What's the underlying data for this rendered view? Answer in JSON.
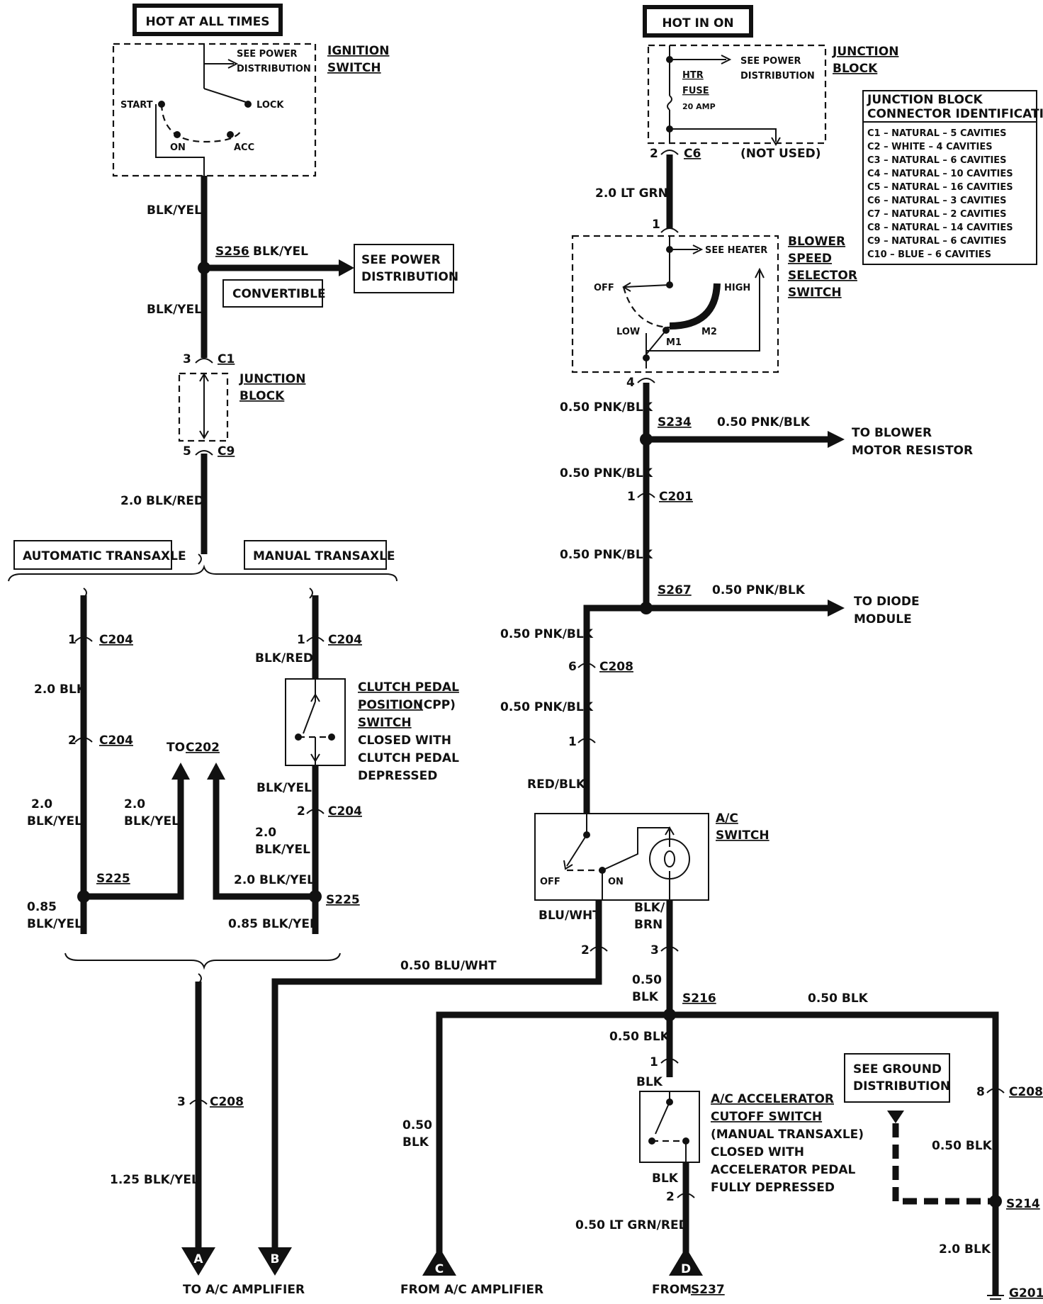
{
  "labels": {
    "hot_at_all_times": "HOT AT ALL TIMES",
    "hot_in_on": "HOT IN ON",
    "see_power_line1": "SEE POWER",
    "see_power_line2": "DISTRIBUTION",
    "ignition_switch_1": "IGNITION",
    "ignition_switch_2": "SWITCH",
    "start": "START",
    "lock": "LOCK",
    "on": "ON",
    "acc": "ACC",
    "blk_yel": "BLK/YEL",
    "s256": "S256",
    "convertible": "CONVERTIBLE",
    "see_power_box_1": "SEE POWER",
    "see_power_box_2": "DISTRIBUTION",
    "c1": "C1",
    "pin3": "3",
    "junction_1": "JUNCTION",
    "junction_2": "BLOCK",
    "pin5": "5",
    "c9": "C9",
    "w20_blk_red": "2.0 BLK/RED",
    "automatic_transaxle": "AUTOMATIC TRANSAXLE",
    "manual_transaxle": "MANUAL TRANSAXLE",
    "pin1": "1",
    "pin2": "2",
    "c204": "C204",
    "w20_blk": "2.0 BLK",
    "to_c202_to": "TO",
    "to_c202": "C202",
    "w20": "2.0",
    "blk_red": "BLK/RED",
    "cpp_1": "CLUTCH PEDAL",
    "cpp_2": "POSITION",
    "cpp_2b": "(CPP)",
    "cpp_3": "SWITCH",
    "cpp_4": "CLOSED WITH",
    "cpp_5": "CLUTCH PEDAL",
    "cpp_6": "DEPRESSED",
    "s225": "S225",
    "w20_blk_yel": "2.0 BLK/YEL",
    "w085": "0.85",
    "w085_blk_yel": "0.85 BLK/YEL",
    "c208": "C208",
    "w125_blk_yel": "1.25 BLK/YEL",
    "conn_a": "A",
    "conn_b": "B",
    "conn_c": "C",
    "conn_d": "D",
    "to_ac_amp": "TO A/C AMPLIFIER",
    "from_ac_amp": "FROM A/C AMPLIFIER",
    "from": "FROM",
    "s237": "S237",
    "htr": "HTR",
    "fuse": "FUSE",
    "amp20": "20 AMP",
    "see_power_top_1": "SEE POWER",
    "see_power_top_2": "DISTRIBUTION",
    "jb_top_1": "JUNCTION",
    "jb_top_2": "BLOCK",
    "not_used": "(NOT USED)",
    "c6": "C6",
    "w20_lt_grn": "2.0 LT GRN",
    "see_heater": "SEE HEATER",
    "bss_1": "BLOWER",
    "bss_2": "SPEED",
    "bss_3": "SELECTOR",
    "bss_4": "SWITCH",
    "off": "OFF",
    "high": "HIGH",
    "low": "LOW",
    "m1": "M1",
    "m2": "M2",
    "pin4": "4",
    "pin6": "6",
    "pin8": "8",
    "w050_pnk_blk": "0.50 PNK/BLK",
    "s234": "S234",
    "to_blower_1": "TO BLOWER",
    "to_blower_2": "MOTOR RESISTOR",
    "c201": "C201",
    "s267": "S267",
    "to_diode_1": "TO DIODE",
    "to_diode_2": "MODULE",
    "red_blk": "RED/BLK",
    "ac_switch_1": "A/C",
    "ac_switch_2": "SWITCH",
    "blu_wht": "BLU/WHT",
    "blk_slash": "BLK/",
    "brn": "BRN",
    "w050_blu_wht": "0.50 BLU/WHT",
    "w050": "0.50",
    "blk": "BLK",
    "s216": "S216",
    "w050_blk": "0.50 BLK",
    "see_ground_1": "SEE GROUND",
    "see_ground_2": "DISTRIBUTION",
    "acc_cut_1": "A/C ACCELERATOR",
    "acc_cut_2": "CUTOFF SWITCH",
    "acc_cut_3": "(MANUAL TRANSAXLE)",
    "acc_cut_4": "CLOSED WITH",
    "acc_cut_5": "ACCELERATOR PEDAL",
    "acc_cut_6": "FULLY DEPRESSED",
    "w050_lt_grn_red": "0.50 LT GRN/RED",
    "s214": "S214",
    "g201": "G201"
  },
  "jb_connector_id": {
    "title_1": "JUNCTION BLOCK",
    "title_2": "CONNECTOR IDENTIFICATION",
    "rows": [
      "C1 – NATURAL – 5 CAVITIES",
      "C2 – WHITE – 4 CAVITIES",
      "C3 – NATURAL – 6 CAVITIES",
      "C4 – NATURAL – 10 CAVITIES",
      "C5 – NATURAL – 16 CAVITIES",
      "C6 – NATURAL – 3 CAVITIES",
      "C7 – NATURAL – 2 CAVITIES",
      "C8 – NATURAL – 14 CAVITIES",
      "C9 – NATURAL – 6 CAVITIES",
      "C10 – BLUE – 6 CAVITIES"
    ]
  }
}
